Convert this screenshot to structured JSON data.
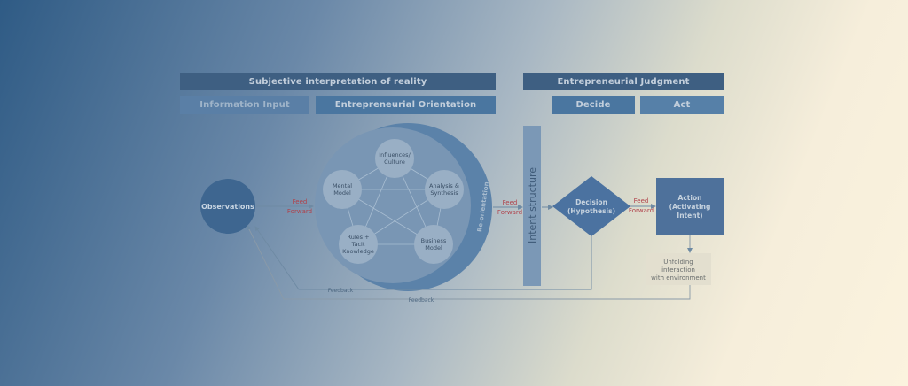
{
  "headers": {
    "subjective": "Subjective interpretation of reality",
    "judgment": "Entrepreneurial Judgment",
    "information_input": "Information Input",
    "orientation": "Entrepreneurial Orientation",
    "decide": "Decide",
    "act": "Act"
  },
  "nodes": {
    "observations": "Observations",
    "influences_1": "Influences/",
    "influences_2": "Culture",
    "mental_1": "Mental",
    "mental_2": "Model",
    "analysis_1": "Analysis &",
    "analysis_2": "Synthesis",
    "rules_1": "Rules +",
    "rules_2": "Tacit",
    "rules_3": "Knowledge",
    "business_1": "Business",
    "business_2": "Model",
    "reorientation": "Re-orientation",
    "intent_structure": "Intent structure",
    "decision_1": "Decision",
    "decision_2": "(Hypothesis)",
    "action_1": "Action",
    "action_2": "(Activating",
    "action_3": "Intent)",
    "unfolding_1": "Unfolding",
    "unfolding_2": "interaction",
    "unfolding_3": "with environment"
  },
  "arrows": {
    "feed": "Feed",
    "forward": "Forward",
    "feedback": "Feedback"
  },
  "colors": {
    "feed_forward": "#b0414a",
    "connector": "#6e8aa3"
  }
}
